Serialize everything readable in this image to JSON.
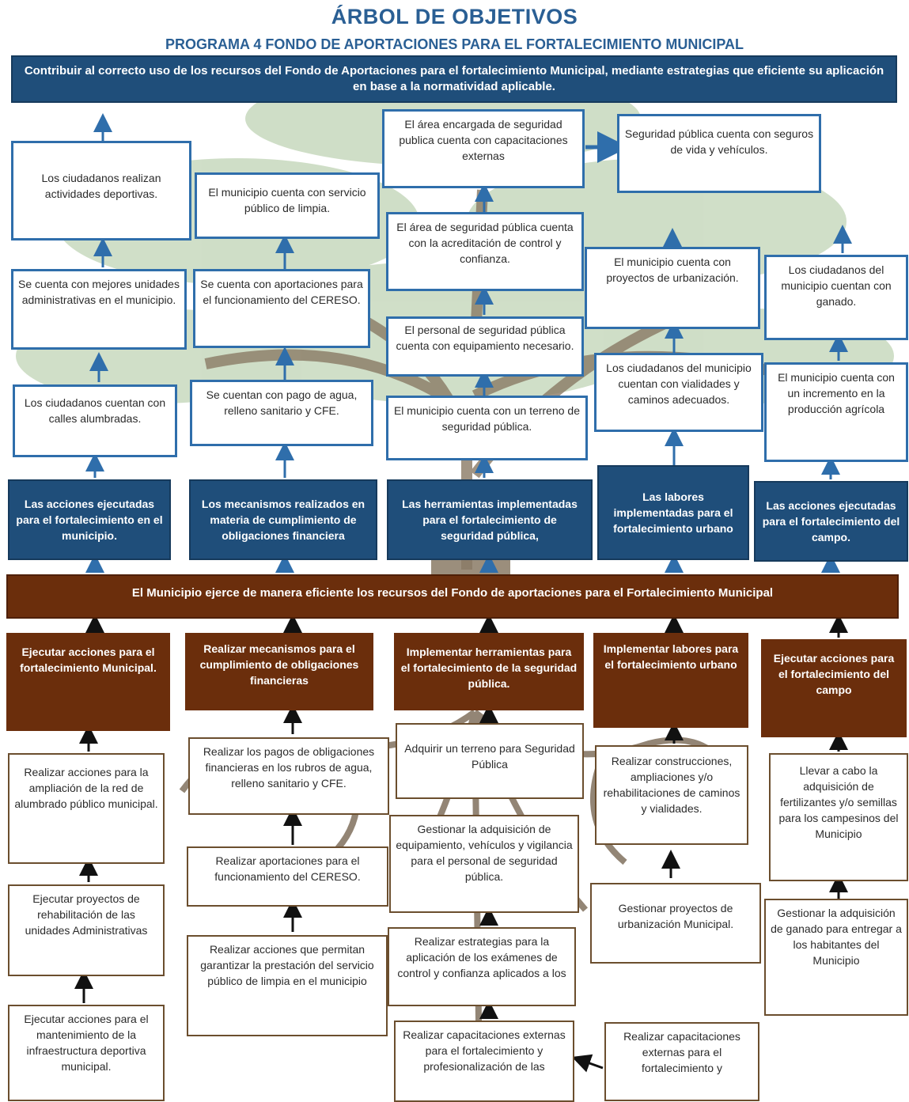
{
  "header": {
    "title": "ÁRBOL DE OBJETIVOS",
    "subtitle": "PROGRAMA 4 FONDO DE APORTACIONES PARA EL FORTALECIMIENTO MUNICIPAL"
  },
  "fin": "Contribuir al correcto uso de los recursos del Fondo de Aportaciones para el fortalecimiento Municipal, mediante estrategias que eficiente su aplicación en base a la normatividad aplicable.",
  "effects": {
    "col1": [
      "Los ciudadanos realizan actividades deportivas.",
      "Se cuenta con mejores unidades administrativas en el municipio.",
      "Los ciudadanos cuentan con calles alumbradas."
    ],
    "col2": [
      "El municipio cuenta con servicio público de limpia.",
      "Se cuenta con aportaciones para el funcionamiento del CERESO.",
      "Se cuentan con pago de agua, relleno sanitario y CFE."
    ],
    "col3": [
      "El área encargada de seguridad publica cuenta con capacitaciones externas",
      "El área de seguridad pública cuenta con la acreditación de control y confianza.",
      "El personal de seguridad pública cuenta con equipamiento necesario.",
      "El municipio cuenta con un terreno de seguridad pública."
    ],
    "col3_side": "Seguridad pública cuenta con seguros de vida y vehículos.",
    "col4": [
      "El municipio cuenta con proyectos de urbanización.",
      "Los ciudadanos del municipio cuentan con vialidades y caminos adecuados."
    ],
    "col5": [
      "Los ciudadanos del municipio cuentan con ganado.",
      "El municipio cuenta con un incremento en la producción agrícola"
    ]
  },
  "components": [
    "Las acciones ejecutadas para el fortalecimiento en el municipio.",
    "Los mecanismos realizados en materia de cumplimiento de obligaciones financiera",
    "Las herramientas implementadas para el fortalecimiento de seguridad pública,",
    "Las labores implementadas para el fortalecimiento urbano",
    "Las acciones ejecutadas para el fortalecimiento del campo."
  ],
  "purpose": "El Municipio ejerce de manera eficiente los recursos del Fondo de aportaciones para el Fortalecimiento Municipal",
  "causes": [
    "Ejecutar acciones para el fortalecimiento Municipal.",
    "Realizar mecanismos para el cumplimiento de obligaciones financieras",
    "Implementar herramientas para el fortalecimiento de la seguridad pública.",
    "Implementar labores para el fortalecimiento urbano",
    "Ejecutar acciones para el fortalecimiento del campo"
  ],
  "activities": {
    "col1": [
      "Realizar acciones para la ampliación de la red de alumbrado público municipal.",
      "Ejecutar proyectos de rehabilitación de las unidades Administrativas",
      "Ejecutar acciones para el mantenimiento de la infraestructura deportiva municipal."
    ],
    "col2": [
      "Realizar los pagos de obligaciones financieras en los rubros de agua, relleno sanitario y CFE.",
      "Realizar aportaciones para el funcionamiento del CERESO.",
      "Realizar acciones que permitan garantizar la prestación del servicio público de limpia en el municipio"
    ],
    "col3": [
      "Adquirir un terreno para Seguridad Pública",
      "Gestionar la adquisición de equipamiento, vehículos y vigilancia para el personal de seguridad pública.",
      "Realizar estrategias para la aplicación de los exámenes de control y confianza aplicados a los",
      "Realizar capacitaciones externas para el fortalecimiento y profesionalización de las"
    ],
    "col3_side": "Realizar capacitaciones externas para el fortalecimiento y",
    "col4": [
      "Realizar construcciones, ampliaciones y/o rehabilitaciones de caminos y vialidades.",
      "Gestionar proyectos de urbanización Municipal."
    ],
    "col5": [
      "Llevar a cabo la adquisición de fertilizantes y/o semillas para los campesinos del Municipio",
      "Gestionar la adquisición de ganado para entregar a los habitantes del Municipio"
    ]
  },
  "colors": {
    "blue": "#2f6eab",
    "navy": "#1f4e7a",
    "brown": "#6b2e0c",
    "tree": "#7a6a55",
    "leaf": "#9fb88f"
  }
}
